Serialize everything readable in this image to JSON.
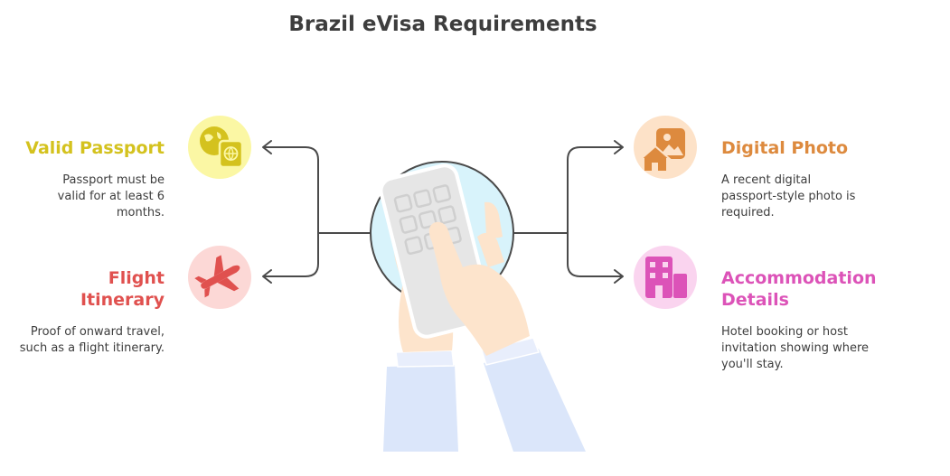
{
  "title": "Brazil eVisa Requirements",
  "colors": {
    "passport": "#d4c21e",
    "flight": "#e0514f",
    "photo": "#dd8a3e",
    "accommodation": "#dc53b8",
    "line": "#4a4a4a"
  },
  "requirements": {
    "passport": {
      "title": "Valid Passport",
      "description": "Passport must be valid for at least 6 months.",
      "icon": "passport-globe-icon"
    },
    "flight": {
      "title_line1": "Flight",
      "title_line2": "Itinerary",
      "description": "Proof of onward travel, such as a flight itinerary.",
      "icon": "airplane-icon"
    },
    "photo": {
      "title": "Digital Photo",
      "description": "A recent digital passport-style photo is required.",
      "icon": "photo-icon"
    },
    "accommodation": {
      "title_line1": "Accommodation",
      "title_line2": "Details",
      "description": "Hotel booking or host invitation showing where you'll stay.",
      "icon": "building-icon"
    }
  },
  "center_icon": "hand-phone-icon"
}
